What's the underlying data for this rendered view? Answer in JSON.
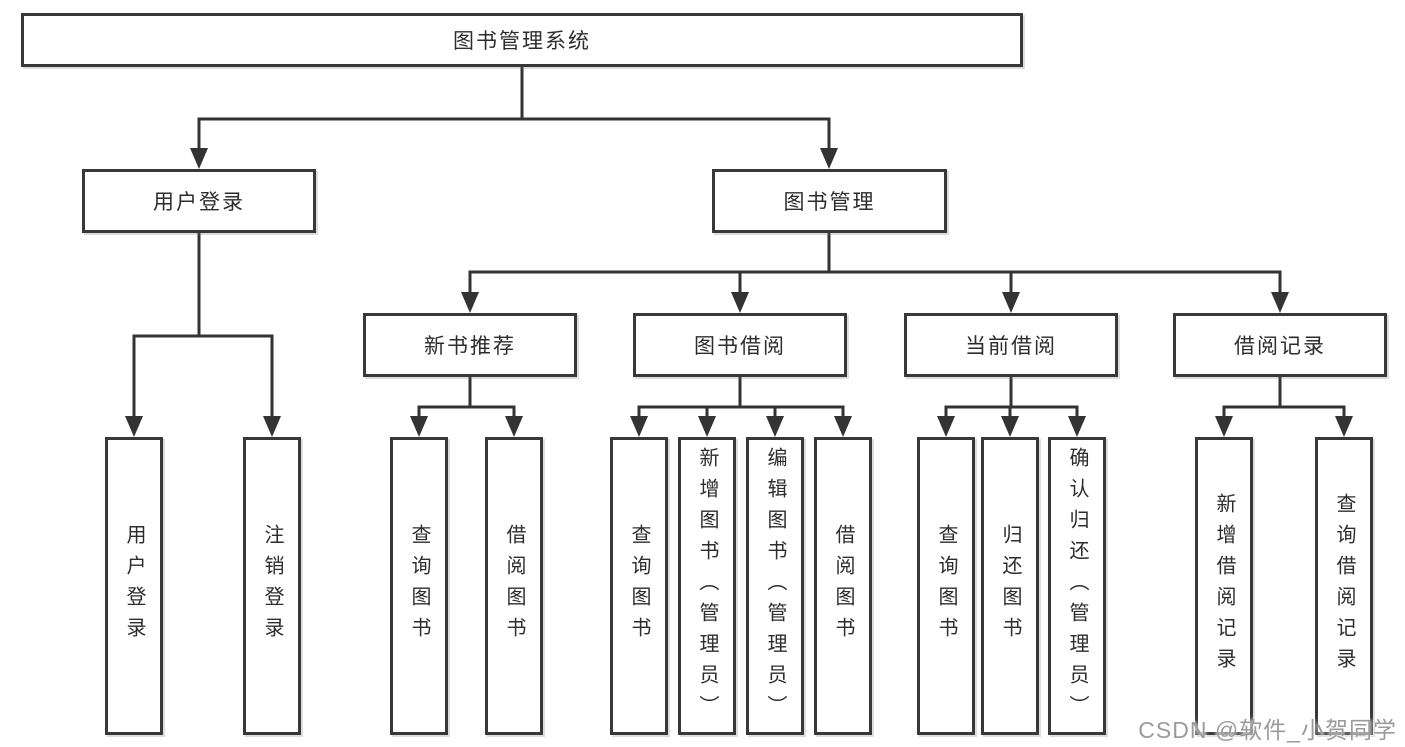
{
  "diagram": {
    "title": "图书管理系统",
    "branches": [
      {
        "label": "用户登录",
        "children": [
          {
            "label": "用户登录"
          },
          {
            "label": "注销登录"
          }
        ]
      },
      {
        "label": "图书管理",
        "children": [
          {
            "label": "新书推荐",
            "children": [
              {
                "label": "查询图书"
              },
              {
                "label": "借阅图书"
              }
            ]
          },
          {
            "label": "图书借阅",
            "children": [
              {
                "label": "查询图书"
              },
              {
                "label": "新增图书（管理员）"
              },
              {
                "label": "编辑图书（管理员）"
              },
              {
                "label": "借阅图书"
              }
            ]
          },
          {
            "label": "当前借阅",
            "children": [
              {
                "label": "查询图书"
              },
              {
                "label": "归还图书"
              },
              {
                "label": "确认归还（管理员）"
              }
            ]
          },
          {
            "label": "借阅记录",
            "children": [
              {
                "label": "新增借阅记录"
              },
              {
                "label": "查询借阅记录"
              }
            ]
          }
        ]
      }
    ],
    "colors": {
      "line": "#333333",
      "box_border": "#383838",
      "text": "#2d2d2d",
      "box_background": "#ffffff"
    }
  },
  "watermark": {
    "text": "CSDN @软件_小贺同学",
    "color": "#9b9b9b"
  }
}
